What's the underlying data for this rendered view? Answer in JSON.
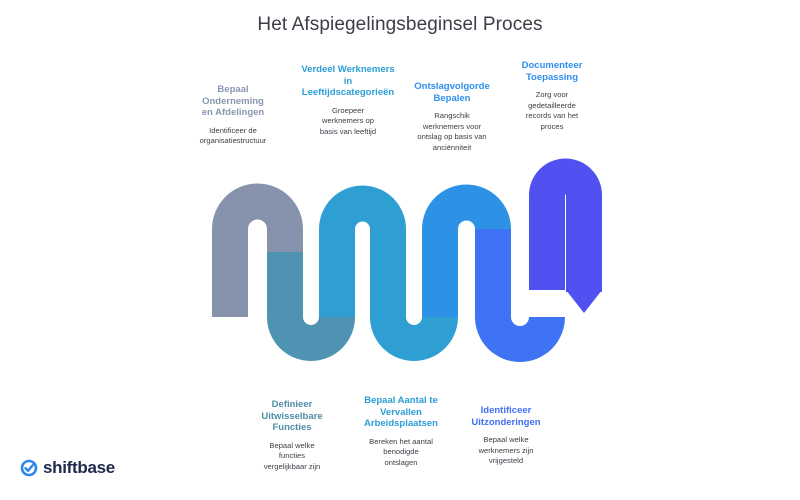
{
  "title": "Het Afspiegelingsbeginsel Proces",
  "brand": {
    "name": "shiftbase"
  },
  "steps": [
    {
      "title": "Bepaal\nOnderneming\nen Afdelingen",
      "description": "Identificeer de\norganisatiestructuur",
      "color": "#8896b0"
    },
    {
      "title": "Definieer\nUitwisselbare\nFuncties",
      "description": "Bepaal welke\nfuncties\nvergelijkbaar zijn",
      "color": "#4e8ea8"
    },
    {
      "title": "Verdeel Werknemers\nin\nLeeftijdscategorieën",
      "description": "Groepeer\nwerknemers op\nbasis van leeftijd",
      "color": "#2a9ed6"
    },
    {
      "title": "Bepaal Aantal te\nVervallen\nArbeidsplaatsen",
      "description": "Bereken het aantal\nbenodigde\nontslagen",
      "color": "#2a9ed6"
    },
    {
      "title": "Ontslagvolgorde\nBepalen",
      "description": "Rangschik\nwerknemers voor\nontslag op basis van\nanciënniteit",
      "color": "#2e8fea"
    },
    {
      "title": "Identificeer\nUitzonderingen",
      "description": "Bepaal welke\nwerknemers zijn\nvrijgesteld",
      "color": "#3f6ff5"
    },
    {
      "title": "Documenteer\nToepassing",
      "description": "Zorg voor\ngedetailleerde\nrecords van het\nproces",
      "color": "#2f8ff0"
    }
  ],
  "snake_colors": [
    "#8793ad",
    "#4f93b3",
    "#2f9fd3",
    "#2f9fd3",
    "#2d92e6",
    "#3f73f6",
    "#5150f0"
  ],
  "brand_color": "#2e88ec"
}
